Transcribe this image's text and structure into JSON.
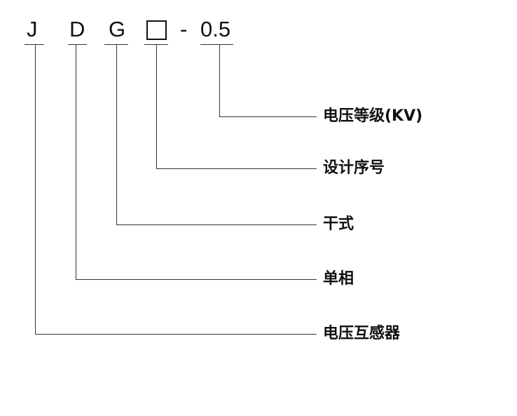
{
  "code": {
    "j": "J",
    "d": "D",
    "g": "G",
    "box": "□",
    "dash": "-",
    "voltage": "0.5"
  },
  "labels": {
    "voltage_level": "电压等级(KV)",
    "design_serial": "设计序号",
    "dry_type": "干式",
    "single_phase": "单相",
    "voltage_transformer": "电压互感器"
  }
}
